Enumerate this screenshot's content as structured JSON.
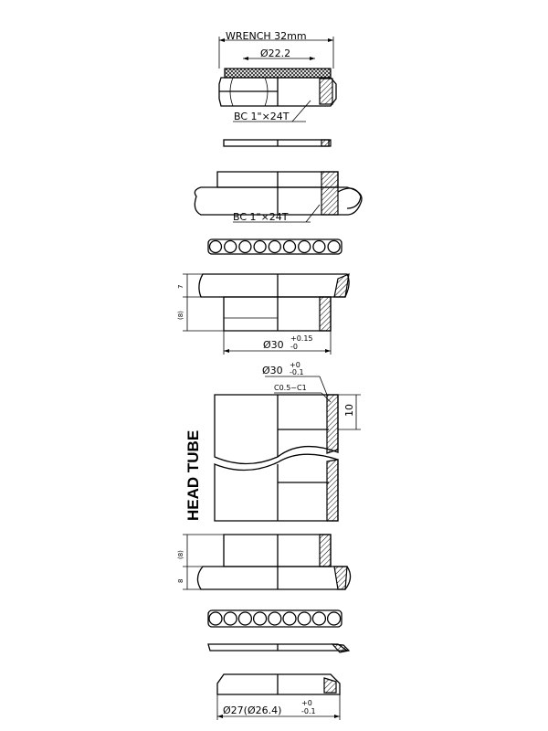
{
  "diagram": {
    "labels": {
      "wrench": "WRENCH 32mm",
      "dia_top": "Ø22.2",
      "thread_1": "BC 1\"×24T",
      "thread_2": "BC 1\"×24T",
      "cup_height_top": "7",
      "cup_depth_top": "(8)",
      "dia_cup_top": "Ø30",
      "dia_cup_top_tol": "+0.15",
      "dia_cup_top_tol_low": "-0",
      "dia_tube": "Ø30",
      "dia_tube_tol": "+0",
      "dia_tube_tol_low": "-0.1",
      "chamfer": "C0.5~C1",
      "tube_dim": "10",
      "head_tube": "HEAD TUBE",
      "cup_depth_bottom": "(8)",
      "cup_height_bottom": "8",
      "dia_crown": "Ø27(Ø26.4)",
      "dia_crown_tol": "+0",
      "dia_crown_tol_low": "-0.1"
    }
  }
}
